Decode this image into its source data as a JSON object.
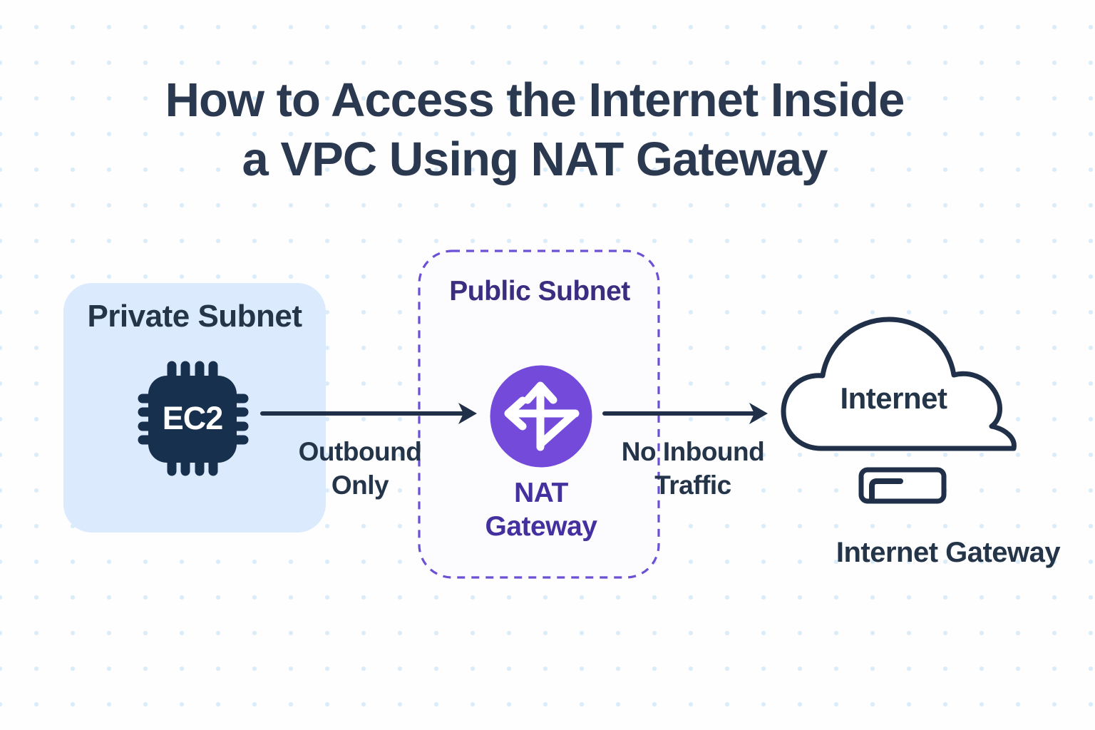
{
  "title": {
    "line1": "How to Access the Internet Inside",
    "line2": "a VPC Using NAT Gateway"
  },
  "private_subnet": {
    "label": "Private Subnet",
    "ec2_label": "EC2"
  },
  "public_subnet": {
    "label": "Public Subnet",
    "nat_label_line1": "NAT",
    "nat_label_line2": "Gateway"
  },
  "internet": {
    "cloud_label": "Internet",
    "gateway_label": "Internet Gateway"
  },
  "flows": {
    "outbound": {
      "line1": "Outbound",
      "line2": "Only"
    },
    "no_inbound": {
      "line1": "No Inbound",
      "line2": "Traffic"
    }
  },
  "icons": {
    "ec2": "cpu-chip-icon",
    "nat": "nat-crossed-arrows-icon",
    "internet": "cloud-icon",
    "internet_gateway": "gateway-box-icon",
    "flow_arrows": "right-arrow-icon"
  },
  "colors": {
    "background": "#fefeff",
    "dot_grid": "#d9ecfa",
    "title_text": "#2a3950",
    "navy_text": "#243449",
    "arrow": "#1f3048",
    "chip_fill": "#17304d",
    "private_fill": "#dbeafc",
    "dashed_border": "#6b4fd4",
    "public_fill": "#fcfcfe",
    "public_label": "#3b2d80",
    "nat_circle": "#744adb",
    "nat_label": "#44309e",
    "icon_white": "#ffffff"
  }
}
